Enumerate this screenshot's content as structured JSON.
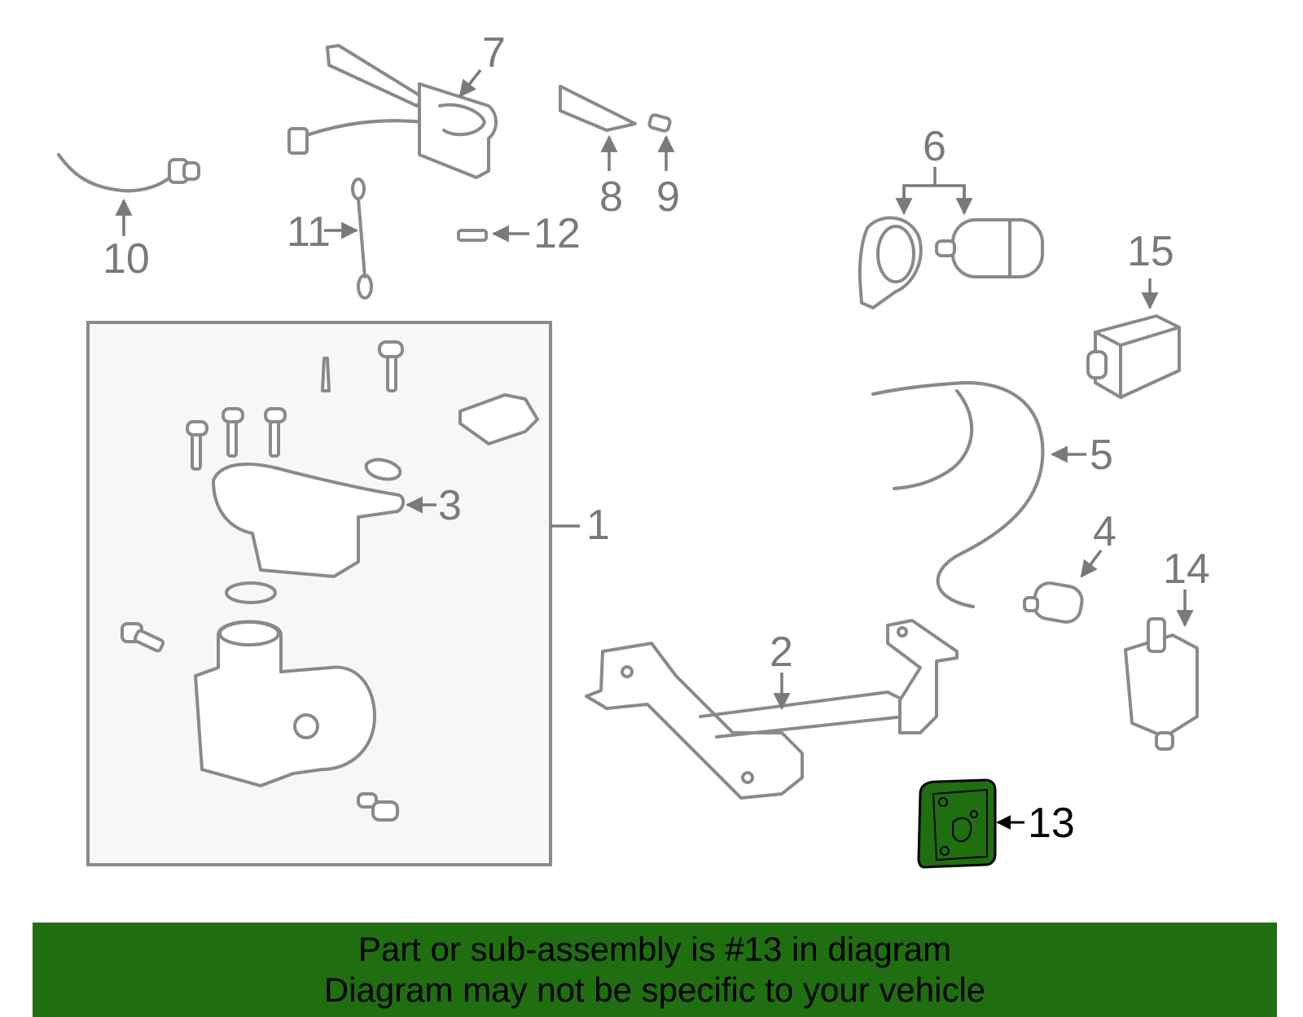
{
  "diagram": {
    "callouts": [
      {
        "id": "1",
        "label": "1"
      },
      {
        "id": "2",
        "label": "2"
      },
      {
        "id": "3",
        "label": "3"
      },
      {
        "id": "4",
        "label": "4"
      },
      {
        "id": "5",
        "label": "5"
      },
      {
        "id": "6",
        "label": "6"
      },
      {
        "id": "7",
        "label": "7"
      },
      {
        "id": "8",
        "label": "8"
      },
      {
        "id": "9",
        "label": "9"
      },
      {
        "id": "10",
        "label": "10"
      },
      {
        "id": "11",
        "label": "11"
      },
      {
        "id": "12",
        "label": "12"
      },
      {
        "id": "13",
        "label": "13"
      },
      {
        "id": "14",
        "label": "14"
      },
      {
        "id": "15",
        "label": "15"
      }
    ],
    "highlighted_part": "13",
    "colors": {
      "highlight_fill": "#1f6e10",
      "line": "#8a8a8a",
      "assembly_box_fill": "#f7f7f7"
    }
  },
  "banner": {
    "line1": "Part or sub-assembly is #13 in diagram",
    "line2": "Diagram may not be specific to your vehicle"
  }
}
